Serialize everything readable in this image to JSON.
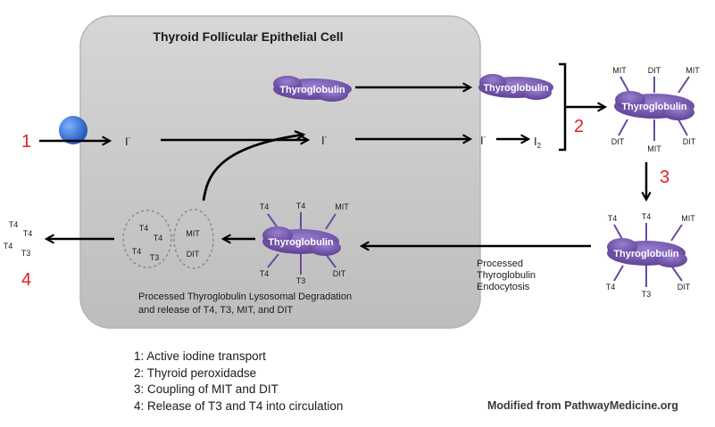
{
  "title": "Thyroid Follicular Epithelial Cell",
  "thyroglobulin_label": "Thyroglobulin",
  "iodide": "I",
  "iodine": "I",
  "iodine_subscript": "2",
  "labels": {
    "mit": "MIT",
    "dit": "DIT",
    "t4": "T4",
    "t3": "T3"
  },
  "step_numbers": [
    "1",
    "2",
    "3",
    "4"
  ],
  "endocytosis_text": [
    "Processed",
    "Thyroglobulin",
    "Endocytosis"
  ],
  "degradation_text": [
    "Processed Thyroglobulin Lysosomal Degradation",
    "and release of T4, T3, MIT, and DIT"
  ],
  "legend": [
    "1:  Active iodine transport",
    "2:  Thyroid peroxidadse",
    "3:  Coupling of MIT and DIT",
    "4:  Release of T3 and T4 into circulation"
  ],
  "credit": "Modified from PathwayMedicine.org",
  "colors": {
    "cell_fill": "#c9c9c9",
    "thyroglobulin": "#6f4fa8",
    "transporter": "#2f6fd6",
    "step_number": "#e02020"
  }
}
